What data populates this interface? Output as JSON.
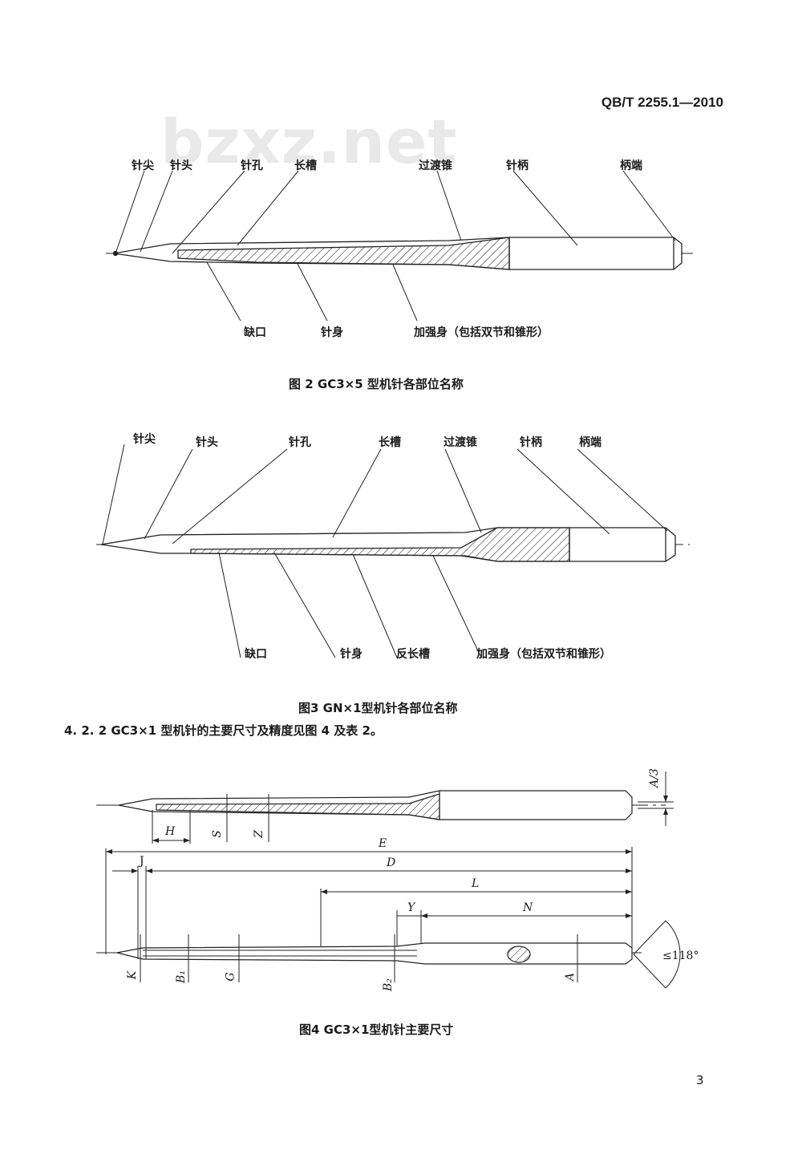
{
  "header": {
    "standard_code": "QB/T 2255.1—2010"
  },
  "watermark": "bzxz.net",
  "figure2": {
    "labels": {
      "tip": "针尖",
      "head": "针头",
      "eye": "针孔",
      "long_groove": "长槽",
      "taper": "过渡锥",
      "shank": "针柄",
      "butt": "柄端",
      "scarf": "缺口",
      "blade": "针身",
      "reinforced": "加强身（包括双节和锥形）"
    },
    "caption": "图 2   GC3×5 型机针各部位名称"
  },
  "figure3": {
    "labels": {
      "tip": "针尖",
      "head": "针头",
      "eye": "针孔",
      "long_groove": "长槽",
      "taper": "过渡锥",
      "shank": "针柄",
      "butt": "柄端",
      "scarf": "缺口",
      "blade": "针身",
      "short_groove": "反长槽",
      "reinforced": "加强身（包括双节和锥形）"
    },
    "caption": "图3   GN×1型机针各部位名称"
  },
  "section": {
    "text": "4. 2. 2   GC3×1 型机针的主要尺寸及精度见图 4 及表 2。"
  },
  "figure4": {
    "dims": {
      "A3": "A/3",
      "H": "H",
      "S": "S",
      "Z": "Z",
      "E": "E",
      "J": "J",
      "D": "D",
      "L": "L",
      "Y": "Y",
      "N": "N",
      "K": "K",
      "B1": "B₁",
      "G": "G",
      "B2": "B₂",
      "A": "A",
      "angle": "≤118°"
    },
    "caption": "图4   GC3×1型机针主要尺寸"
  },
  "page_number": "3"
}
